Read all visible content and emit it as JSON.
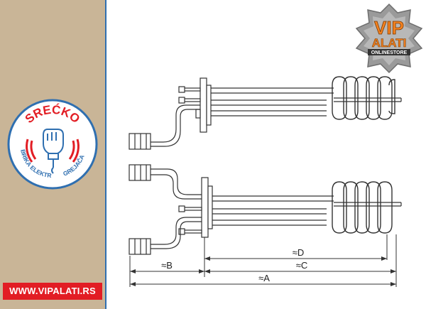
{
  "sidebar": {
    "badge": {
      "top_text": "SREĆKO",
      "left_text": "FABRIKA ELEKTRO",
      "right_text": "GREJAČA"
    },
    "url": "WWW.VIPALATI.RS"
  },
  "logo": {
    "line1": "VIP",
    "line2": "ALATI",
    "line3": "ONLINESTORE"
  },
  "colors": {
    "sidebar_bg": "#c9b597",
    "accent_red": "#e21d24",
    "accent_blue": "#2f6fb0",
    "line": "#333333"
  },
  "dimensions": {
    "d": "≈D",
    "c": "≈C",
    "b": "≈B",
    "a": "≈A"
  }
}
